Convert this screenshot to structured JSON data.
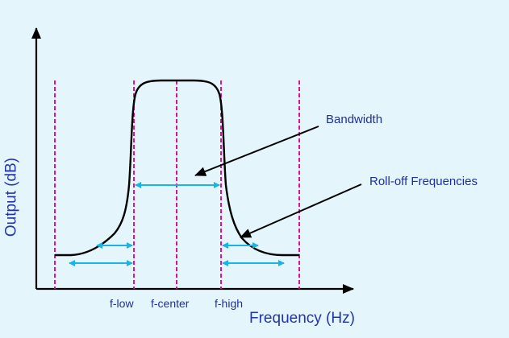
{
  "diagram": {
    "callouts": {
      "bandwidth": "Bandwidth",
      "rolloff": "Roll-off Frequencies"
    },
    "axes": {
      "x_title": "Frequency (Hz)",
      "y_title": "Output (dB)"
    },
    "x_ticks": {
      "low": "f-low",
      "center": "f-center",
      "high": "f-high"
    },
    "colors": {
      "background": "#e4f6fc",
      "curve": "#000000",
      "guide_lines": "#d0008a",
      "arrows": "#18b4e8",
      "text": "#1f2ea0"
    }
  }
}
